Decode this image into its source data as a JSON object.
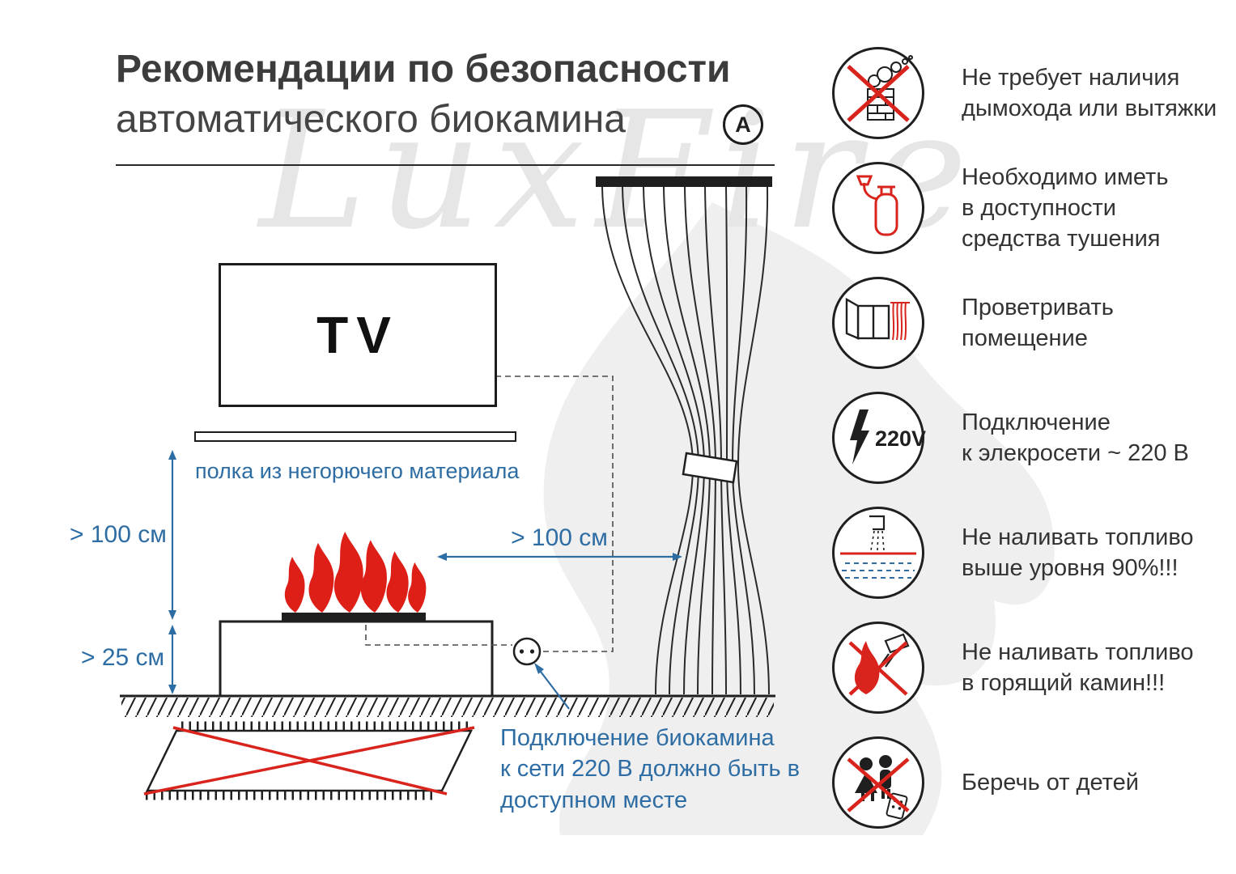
{
  "title": {
    "line1": "Рекомендации по безопасности",
    "line2": "автоматического биокамина",
    "marker": "A"
  },
  "watermark": "LuxFire",
  "diagram": {
    "tv_label": "TV",
    "shelf_label": "полка из негорючего материала",
    "dim_shelf_height": "> 100 см",
    "dim_base_height": "> 25 см",
    "dim_curtain_distance": "> 100 см",
    "socket_note": "Подключение биокамина\nк сети 220 В должно быть в\nдоступном месте"
  },
  "safety_items": [
    {
      "icon": "no-chimney-icon",
      "text": "Не требует наличия\nдымохода или вытяжки"
    },
    {
      "icon": "extinguisher-icon",
      "text": "Необходимо иметь\nв доступности\nсредства тушения"
    },
    {
      "icon": "ventilate-room-icon",
      "text": "Проветривать\nпомещение"
    },
    {
      "icon": "power-220v-icon",
      "badge": "220V",
      "text": "Подключение\nк элекросети ~ 220 В"
    },
    {
      "icon": "fuel-level-icon",
      "text": "Не наливать топливо\nвыше уровня 90%!!!"
    },
    {
      "icon": "no-refuel-burning-icon",
      "text": "Не наливать топливо\nв горящий камин!!!"
    },
    {
      "icon": "keep-away-children-icon",
      "text": "Беречь от детей"
    }
  ],
  "colors": {
    "accent_blue": "#2e6da4",
    "flame_red": "#dd1f17",
    "line_dark": "#1f1f1f"
  }
}
